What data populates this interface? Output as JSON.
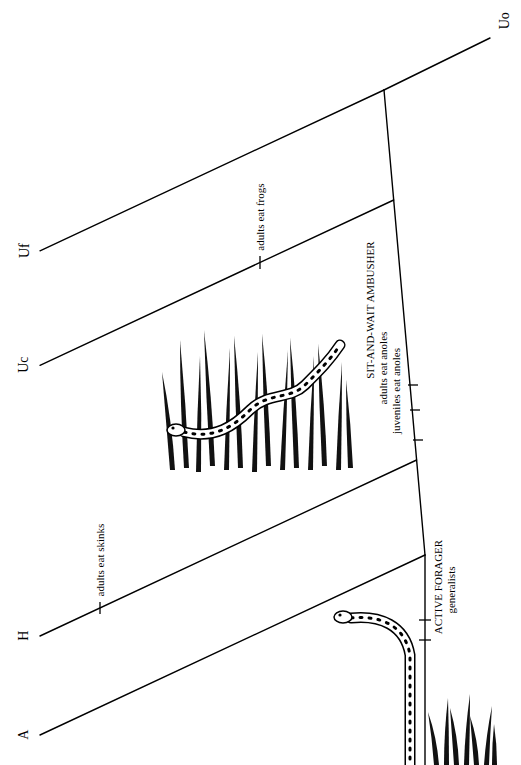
{
  "diagram": {
    "labels": [
      "Uo",
      "Uf",
      "Uc",
      "H",
      "A",
      "adults eat frogs",
      "adults eat skinks",
      "SIT-AND-WAIT AMBUSHER",
      "adults eat anoles",
      "juveniles eat anoles",
      "ACTIVE FORAGER",
      "generalists"
    ]
  }
}
